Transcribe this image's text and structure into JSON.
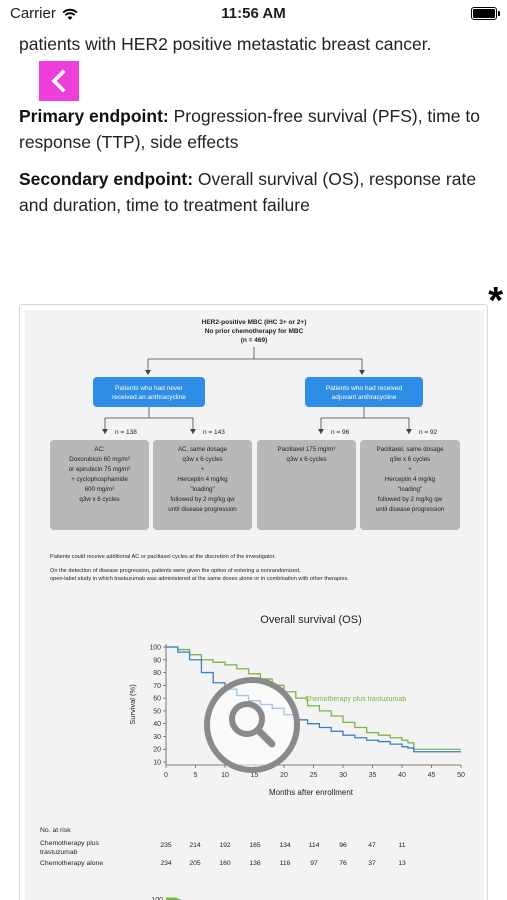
{
  "status": {
    "carrier": "Carrier",
    "time": "11:56 AM"
  },
  "text": {
    "intro_tail": "patients with HER2 positive metastatic breast cancer.",
    "primary_label": "Primary endpoint:",
    "primary_text": " Progression-free survival (PFS), time to response (TTP), side effects",
    "secondary_label": "Secondary endpoint:",
    "secondary_text": " Overall survival (OS), response rate and duration, time to treatment failure"
  },
  "asterisk": "*",
  "flow": {
    "top_line1": "HER2-positive MBC (IHC 3+ or 2+)",
    "top_line2": "No prior chemotherapy for MBC",
    "top_line3": "(n = 469)",
    "left_group_line1": "Patients who had never",
    "left_group_line2": "received an anthracycline",
    "right_group_line1": "Patients who had received",
    "right_group_line2": "adjuvant anthracycline",
    "n1": "n = 138",
    "n2": "n = 143",
    "n3": "n = 96",
    "n4": "n = 92",
    "box1": [
      "AC:",
      "Doxorubicin 60 mg/m²",
      "or epirubicin 75 mg/m²",
      "+ cyclophosphamide",
      "600 mg/m²",
      "q3w x 6 cycles"
    ],
    "box2": [
      "AC, same dosage",
      "q3w x 6 cycles",
      "+",
      "Herceptin 4 mg/kg",
      "\"loading\"",
      "followed by 2 mg/kg qw",
      "until disease progression"
    ],
    "box3": [
      "Paclitaxel 175 mg/m²",
      "q3w x 6 cycles"
    ],
    "box4": [
      "Paclitaxel, same dosage",
      "q3w x 6 cycles",
      "+",
      "Herceptin 4 mg/kg",
      "\"loading\"",
      "followed by 2 mg/kg qw",
      "until disease progression"
    ],
    "note1": "Patients could receive additional AC or paclitaxel cycles at the discretion of the investigator.",
    "note2": "On the detection of disease progression, patients were given the option of entering a nonrandomized,",
    "note3": "open-label study in which trastuzumab was administered at the same doses alone or in combination with other therapies."
  },
  "chart_data": {
    "type": "line",
    "title": "Overall survival (OS)",
    "xlabel": "Months after enrollment",
    "ylabel": "Survival (%)",
    "xlim": [
      0,
      50
    ],
    "ylim": [
      10,
      100
    ],
    "xticks": [
      0,
      5,
      10,
      15,
      20,
      25,
      30,
      35,
      40,
      45,
      50
    ],
    "yticks": [
      10,
      20,
      30,
      40,
      50,
      60,
      70,
      80,
      90,
      100
    ],
    "series": [
      {
        "name": "Chemotherapy plus trastuzumab",
        "color": "#7db24a",
        "x": [
          0,
          2,
          4,
          6,
          8,
          10,
          12,
          14,
          16,
          18,
          20,
          22,
          24,
          26,
          28,
          30,
          32,
          34,
          36,
          38,
          40,
          41,
          42,
          45,
          50
        ],
        "y": [
          100,
          98,
          94,
          90,
          88,
          86,
          83,
          79,
          75,
          70,
          65,
          60,
          54,
          50,
          46,
          41,
          37,
          33,
          31,
          29,
          27,
          25,
          20,
          20,
          20
        ]
      },
      {
        "name": "Chemotherapy alone",
        "color": "#3b7fc4",
        "x": [
          0,
          2,
          4,
          6,
          8,
          10,
          12,
          14,
          16,
          18,
          20,
          22,
          24,
          26,
          28,
          30,
          32,
          34,
          36,
          38,
          40,
          41,
          42,
          45,
          50
        ],
        "y": [
          100,
          96,
          90,
          80,
          72,
          67,
          62,
          58,
          55,
          52,
          47,
          43,
          40,
          37,
          34,
          31,
          29,
          27,
          26,
          24,
          22,
          21,
          18,
          18,
          18
        ]
      }
    ],
    "annotation": "Chemotherapy plus trastuzumab",
    "risk_table": {
      "title": "No. at risk",
      "rows": [
        {
          "label1": "Chemotherapy plus",
          "label2": "trastuzumab",
          "values": [
            "235",
            "214",
            "192",
            "165",
            "134",
            "114",
            "96",
            "47",
            "11"
          ]
        },
        {
          "label1": "Chemotherapy alone",
          "label2": "",
          "values": [
            "234",
            "205",
            "160",
            "136",
            "116",
            "97",
            "76",
            "37",
            "13"
          ]
        }
      ]
    },
    "next_chart_tick": "100"
  },
  "zoom_icon": "magnifier-zoom-icon"
}
